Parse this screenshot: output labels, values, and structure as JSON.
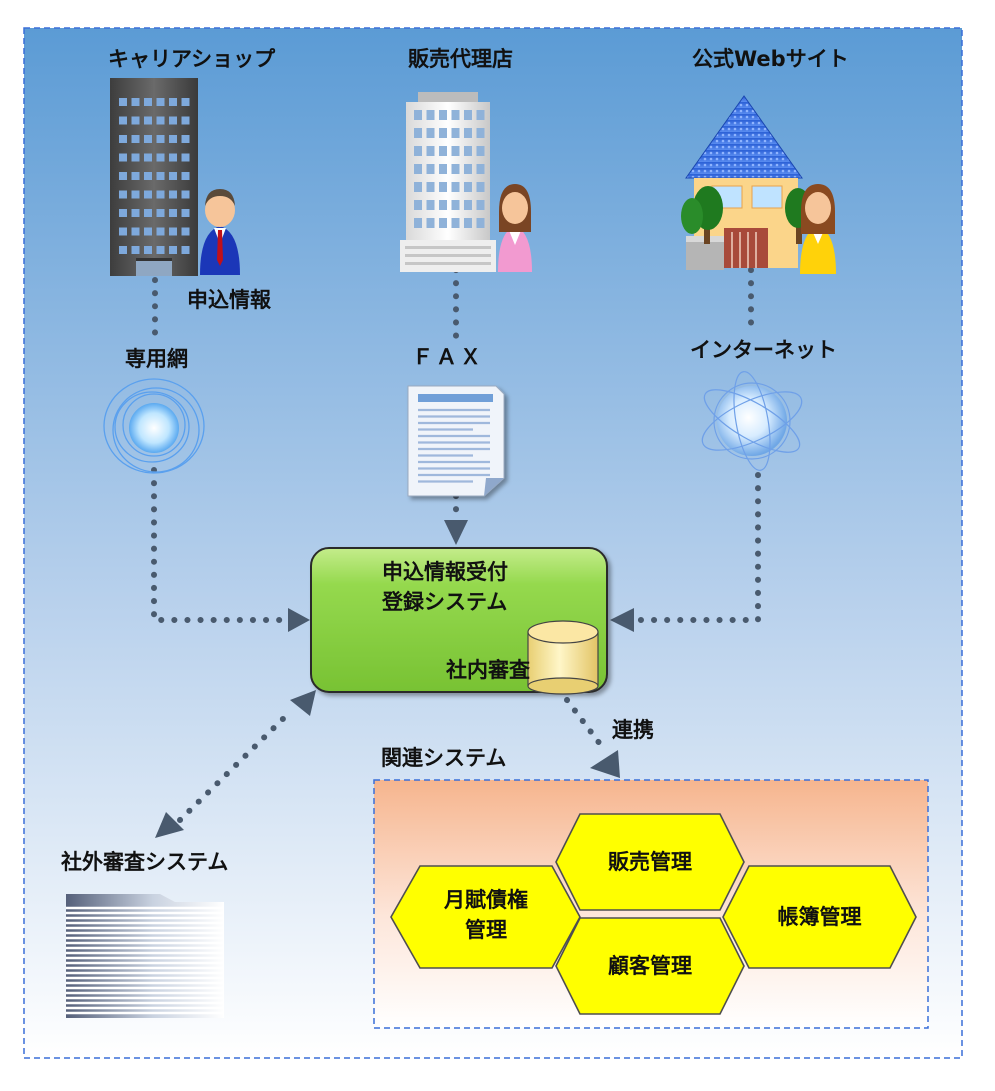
{
  "channels": {
    "carrier_shop": "キャリアショップ",
    "dealer": "販売代理店",
    "website": "公式Webサイト"
  },
  "labels": {
    "application_info": "申込情報",
    "dedicated_network": "専用網",
    "fax": "ＦＡＸ",
    "internet": "インターネット",
    "link": "連携",
    "related_systems": "関連システム",
    "external_review": "社外審査システム"
  },
  "central_system": {
    "line1": "申込情報受付",
    "line2": "登録システム",
    "internal_review": "社内審査"
  },
  "related": {
    "sales": "販売管理",
    "installment_line1": "月賦債権",
    "installment_line2": "管理",
    "customer": "顧客管理",
    "ledger": "帳簿管理"
  },
  "colors": {
    "background_top": "#5b9bd5",
    "background_bottom": "#ffffff",
    "border_dash": "#3a6fd8",
    "connector": "#495a6e",
    "central_fill": "#8fd24a",
    "hexagon_fill": "#ffff00",
    "related_panel_top": "#f6b58e"
  }
}
